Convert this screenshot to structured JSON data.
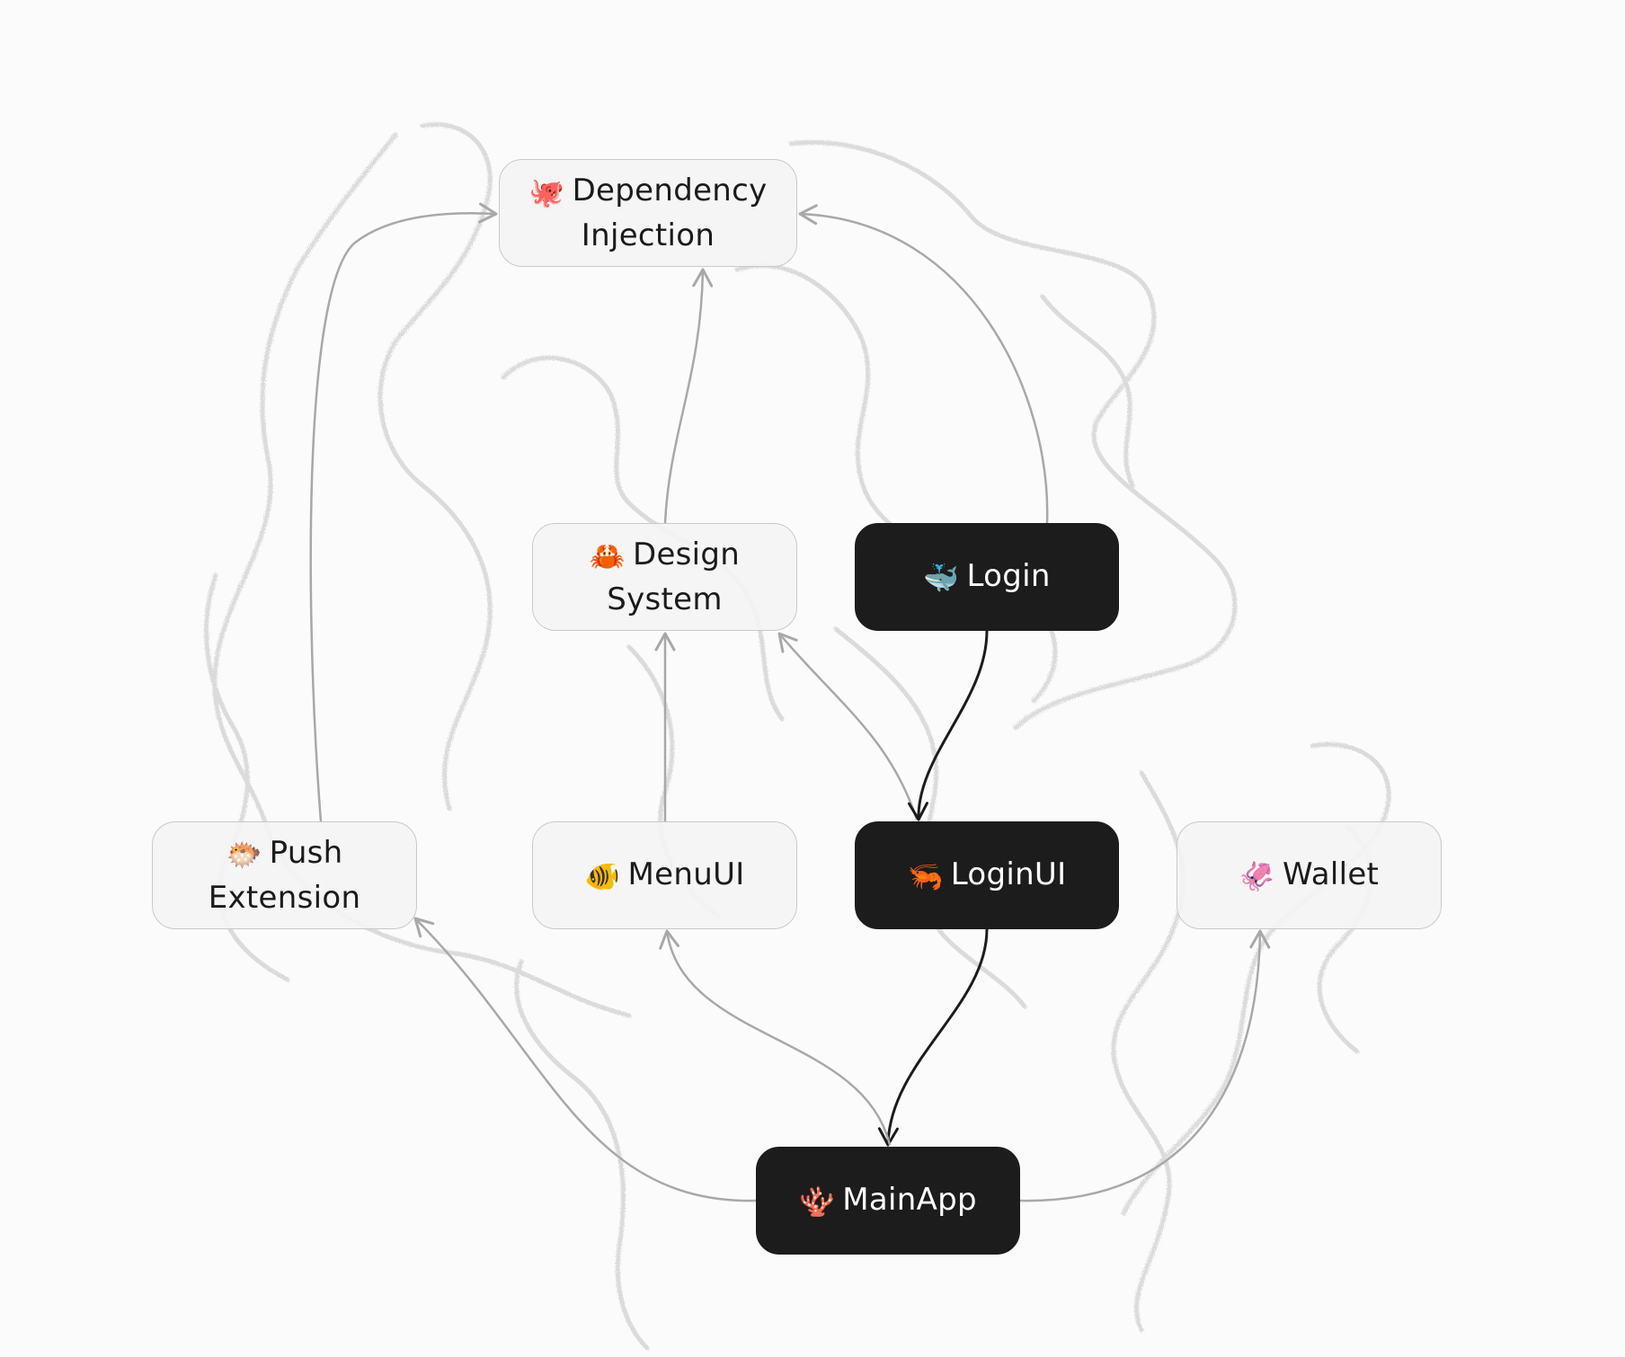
{
  "diagram": {
    "nodes": [
      {
        "id": "di",
        "emoji": "🐙",
        "text": "Dependency Injection",
        "style": "light"
      },
      {
        "id": "ds",
        "emoji": "🦀",
        "text": "Design System",
        "style": "light"
      },
      {
        "id": "login",
        "emoji": "🐳",
        "text": "Login",
        "style": "dark"
      },
      {
        "id": "push",
        "emoji": "🐡",
        "text": "Push Extension",
        "style": "light"
      },
      {
        "id": "menu",
        "emoji": "🐠",
        "text": "MenuUI",
        "style": "light"
      },
      {
        "id": "loginui",
        "emoji": "🦐",
        "text": "LoginUI",
        "style": "dark"
      },
      {
        "id": "wallet",
        "emoji": "🦑",
        "text": "Wallet",
        "style": "light"
      },
      {
        "id": "main",
        "emoji": "🪸",
        "text": "MainApp",
        "style": "dark"
      }
    ],
    "edges": [
      {
        "from": "push",
        "to": "di",
        "color": "#a8a8a8"
      },
      {
        "from": "ds",
        "to": "di",
        "color": "#a8a8a8"
      },
      {
        "from": "login",
        "to": "di",
        "color": "#a8a8a8"
      },
      {
        "from": "menu",
        "to": "ds",
        "color": "#a8a8a8"
      },
      {
        "from": "loginui",
        "to": "ds",
        "color": "#a8a8a8"
      },
      {
        "from": "login",
        "to": "loginui",
        "color": "#1c1c1c"
      },
      {
        "from": "loginui",
        "to": "main",
        "color": "#1c1c1c"
      },
      {
        "from": "main",
        "to": "push",
        "color": "#a8a8a8"
      },
      {
        "from": "main",
        "to": "menu",
        "color": "#a8a8a8"
      },
      {
        "from": "main",
        "to": "wallet",
        "color": "#a8a8a8"
      }
    ]
  }
}
